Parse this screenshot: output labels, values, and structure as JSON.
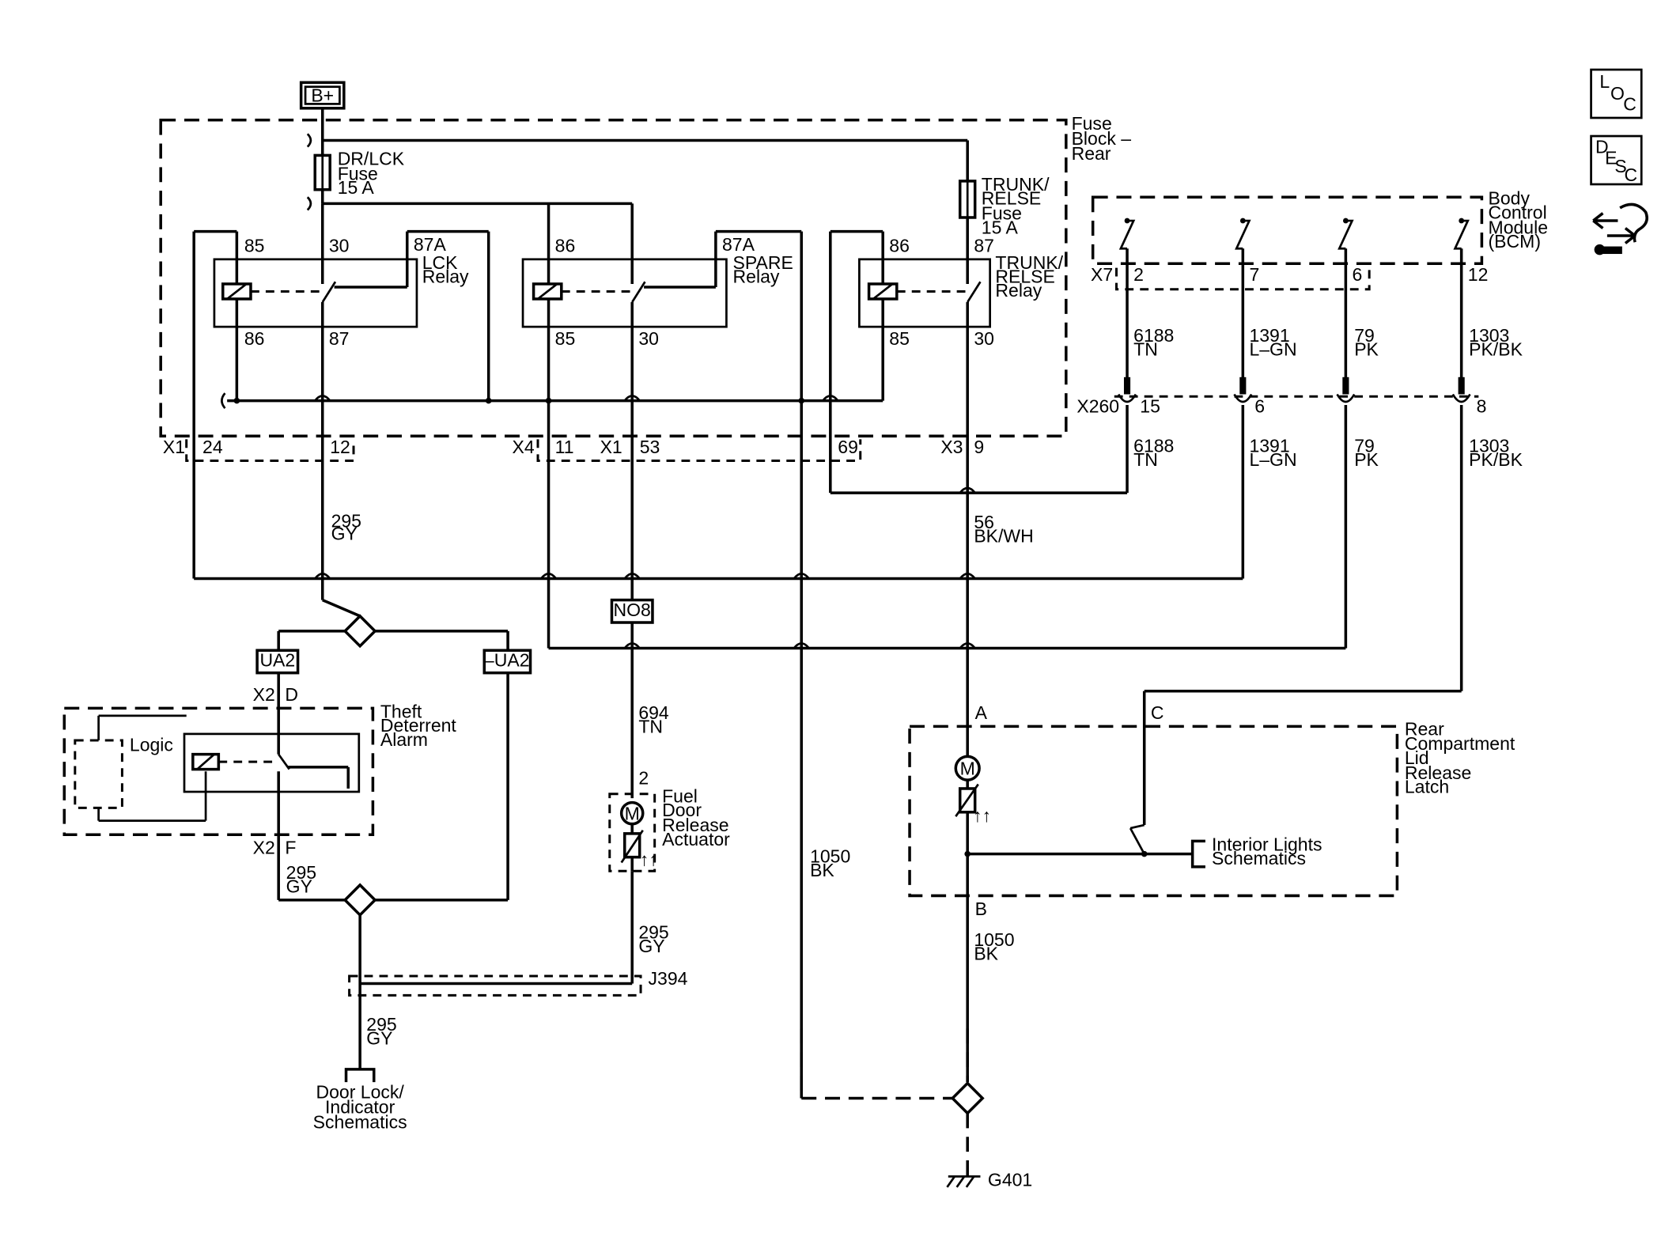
{
  "diagram": {
    "power": {
      "label": "B+"
    },
    "fuse_block": {
      "lines": [
        "Fuse",
        "Block –",
        "Rear"
      ]
    },
    "fuses": {
      "drlck": {
        "lines": [
          "DR/LCK",
          "Fuse",
          "15 A"
        ]
      },
      "trunk": {
        "lines": [
          "TRUNK/",
          "RELSE",
          "Fuse",
          "15 A"
        ]
      }
    },
    "relays": {
      "lck": {
        "lines": [
          "LCK",
          "Relay"
        ],
        "pins": {
          "p85": "85",
          "p30": "30",
          "p87a": "87A",
          "p86": "86",
          "p87": "87"
        }
      },
      "spare": {
        "lines": [
          "SPARE",
          "Relay"
        ],
        "pins": {
          "p86": "86",
          "p87a": "87A",
          "p85": "85",
          "p30": "30"
        }
      },
      "trunk": {
        "lines": [
          "TRUNK/",
          "RELSE",
          "Relay"
        ],
        "pins": {
          "p86": "86",
          "p87": "87",
          "p85": "85",
          "p30": "30"
        }
      }
    },
    "bcm": {
      "lines": [
        "Body",
        "Control",
        "Module",
        "(BCM)"
      ],
      "connector": "X7",
      "pins": [
        "2",
        "7",
        "6",
        "12"
      ]
    },
    "x260": {
      "label": "X260",
      "pins": [
        "15",
        "6",
        "8"
      ]
    },
    "connectors": {
      "x1a": "X1",
      "x1a_pins": [
        "24",
        "12"
      ],
      "x4": "X4",
      "x4_pin": "11",
      "x1b": "X1",
      "x1b_pin": "53",
      "p69": "69",
      "x3": "X3",
      "x3_pin": "9"
    },
    "wires": {
      "w6188": [
        "6188",
        "TN"
      ],
      "w1391": [
        "1391",
        "L–GN"
      ],
      "w79": [
        "79",
        "PK"
      ],
      "w1303": [
        "1303",
        "PK/BK"
      ],
      "w295": [
        "295",
        "GY"
      ],
      "w56": [
        "56",
        "BK/WH"
      ],
      "w694": [
        "694",
        "TN"
      ],
      "w1050": [
        "1050",
        "BK"
      ]
    },
    "splices": {
      "ua2": "UA2",
      "ua2_neg": "–UA2",
      "no8": "NO8",
      "j394": "J394"
    },
    "theft": {
      "lines": [
        "Theft",
        "Deterrent",
        "Alarm"
      ],
      "logic": "Logic",
      "connector": "X2",
      "pin_d": "D",
      "pin_f": "F"
    },
    "fuel_door": {
      "lines": [
        "Fuel",
        "Door",
        "Release",
        "Actuator"
      ],
      "pin": "2",
      "motor": "M"
    },
    "rear_latch": {
      "lines": [
        "Rear",
        "Compartment",
        "Lid",
        "Release",
        "Latch"
      ],
      "pin_a": "A",
      "pin_c": "C",
      "pin_b": "B",
      "motor": "M"
    },
    "interior": {
      "lines": [
        "Interior Lights",
        "Schematics"
      ]
    },
    "door_lock": {
      "lines": [
        "Door Lock/",
        "Indicator",
        "Schematics"
      ]
    },
    "ground": {
      "label": "G401"
    },
    "side_icons": {
      "loc": [
        "L",
        "O",
        "C"
      ],
      "desc": [
        "D",
        "E",
        "S",
        "C"
      ],
      "icon": "wrench-arrows-icon"
    }
  }
}
